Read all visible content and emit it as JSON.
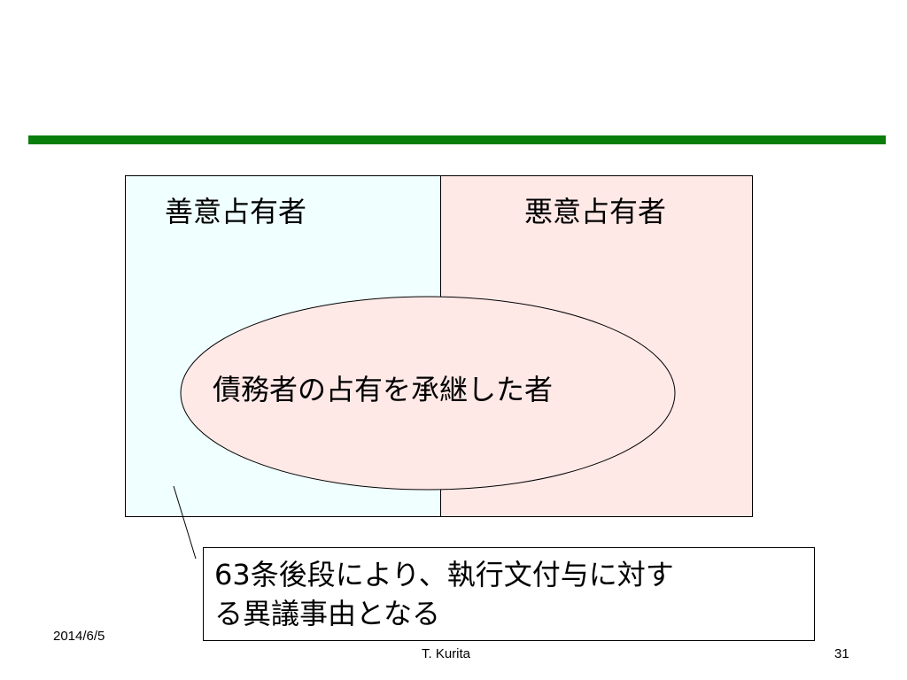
{
  "colors": {
    "accent_bar": "#0a7d0a",
    "good_faith_fill": "#f0ffff",
    "bad_faith_fill": "#ffe9e7",
    "ellipse_fill": "#ffe9e7"
  },
  "diagram": {
    "left_label": "善意占有者",
    "right_label": "悪意占有者",
    "ellipse_label": "債務者の占有を承継した者"
  },
  "callout": {
    "line1": "63条後段により、執行文付与に対す",
    "line2": "る異議事由となる"
  },
  "footer": {
    "date": "2014/6/5",
    "author": "T. Kurita",
    "page": "31"
  }
}
